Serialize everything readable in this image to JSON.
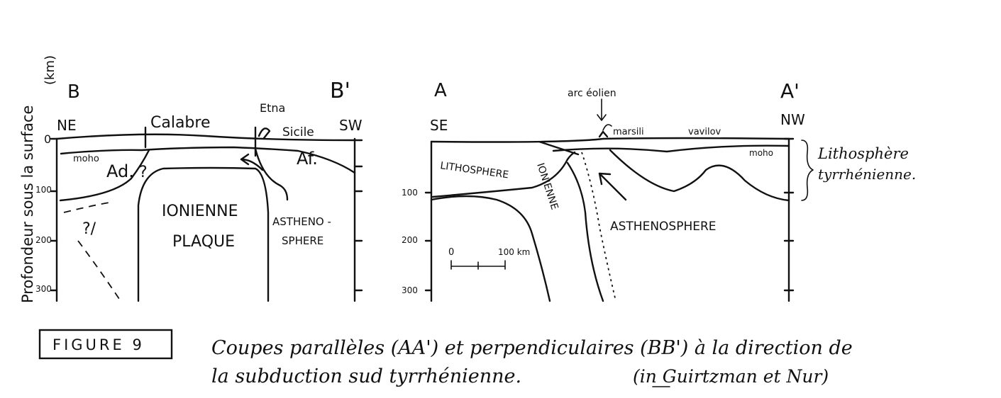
{
  "left_section": {
    "label_left": "B",
    "label_right": "B'",
    "dir_left": "NE",
    "dir_right": "SW",
    "calabre": "Calabre",
    "etna": "Etna",
    "sicile": "Sicile",
    "moho": "moho",
    "ad": "Ad.",
    "af": "Af.",
    "question": "?",
    "question2": "?/",
    "ionienne": "IONIENNE",
    "plaque": "PLAQUE",
    "astheno1": "ASTHENO -",
    "astheno2": "SPHERE"
  },
  "depth_axis": {
    "title": "Profondeur sous la surface",
    "unit": "(km)",
    "ticks": [
      "0",
      "100",
      "200",
      "300"
    ]
  },
  "right_section": {
    "label_left": "A",
    "label_right": "A'",
    "dir_left": "SE",
    "dir_right": "NW",
    "arc_eolien": "arc éolien",
    "marsili": "marsili",
    "vavilov": "vavilov",
    "moho": "moho",
    "lithosphere": "LITHOSPHERE",
    "ionienne": "IONIENNE",
    "asthenosphere": "ASTHENOSPHERE",
    "ticks": [
      "100",
      "200",
      "300"
    ],
    "scale_zero": "0",
    "scale_end": "100 km",
    "litho_tyrr_1": "Lithosphère",
    "litho_tyrr_2": "tyrrhénienne."
  },
  "caption": {
    "figure_label": "FIGURE 9",
    "line1": "Coupes parallèles (AA') et perpendiculaires (BB') à la direction de",
    "line2": "la subduction sud tyrrhénienne.",
    "source": "(in Guirtzman et Nur)"
  }
}
